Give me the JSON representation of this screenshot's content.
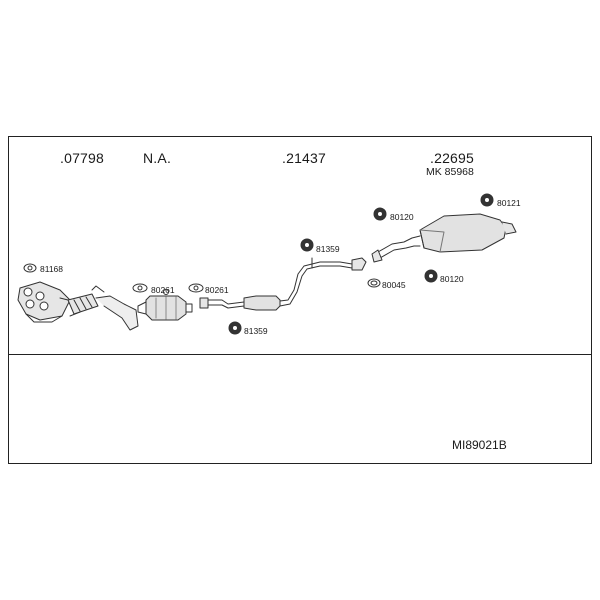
{
  "groups": [
    ".07798",
    "N.A.",
    ".21437",
    ".22695"
  ],
  "subcode": "MK 85968",
  "labels": [
    "81168",
    "80261",
    "80261",
    "81359",
    "81359",
    "80045",
    "80120",
    "80120",
    "80121"
  ],
  "diagram_code": "MI89021B",
  "colors": {
    "line": "#222222",
    "part": "#555555",
    "fill": "#e6e6e6"
  }
}
